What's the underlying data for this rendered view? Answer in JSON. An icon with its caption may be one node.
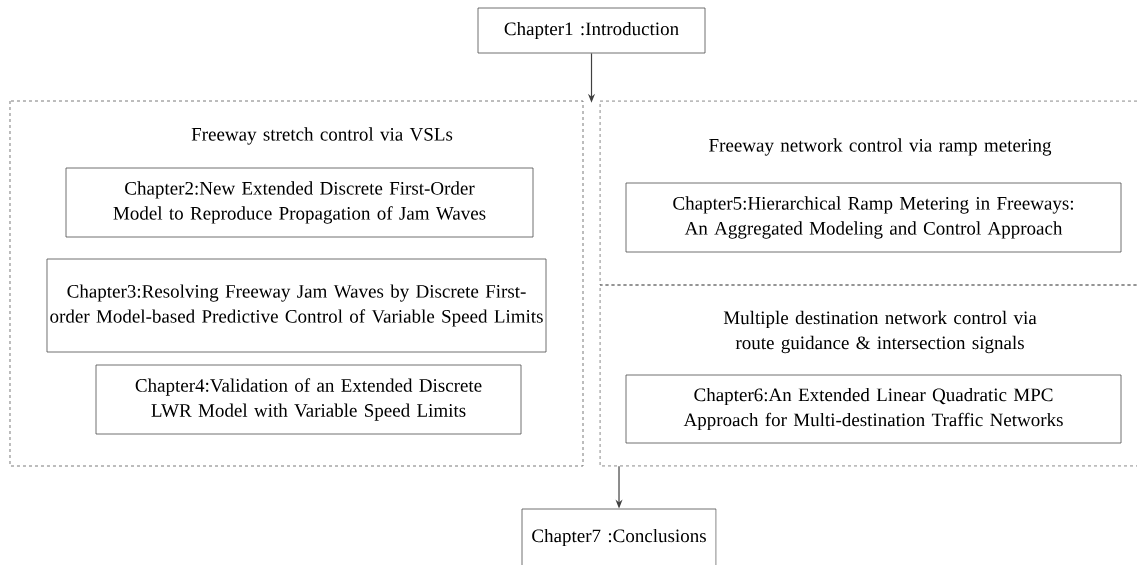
{
  "diagram": {
    "nodes": [
      {
        "text": [
          "Chapter1 :Introduction"
        ]
      },
      {
        "text": [
          "Freeway stretch control via VSLs"
        ]
      },
      {
        "text": [
          "Chapter2:New Extended Discrete First-Order Model to Reproduce Propagation of Jam Waves"
        ],
        "in": 1
      },
      {
        "text": [
          "Chapter3:Resolving Freeway Jam Waves by Discrete First-order Model-based Predictive Control of Variable Speed Limits"
        ],
        "in": 1
      },
      {
        "text": [
          "Chapter4:Validation of an Extended Discrete LWR Model with Variable Speed Limits"
        ],
        "in": 1
      },
      {
        "text": [
          "Freeway network control via ramp metering"
        ]
      },
      {
        "text": [
          "Chapter5:Hierarchical Ramp Metering in Freeways: An Aggregated Modeling and Control Approach"
        ],
        "in": 5
      },
      {
        "text": [
          "Multiple destination network control via route guidance & intersection signals"
        ]
      },
      {
        "text": [
          "Chapter6:An Extended Linear Quadratic MPC Approach for Multi-destination Traffic Networks"
        ],
        "in": 7
      },
      {
        "text": [
          "Chapter7 :Conclusions"
        ]
      }
    ],
    "edges": [
      {
        "from": 0,
        "to": 5,
        "arrow": "to"
      },
      {
        "from": 7,
        "to": 9,
        "arrow": "to"
      }
    ]
  }
}
